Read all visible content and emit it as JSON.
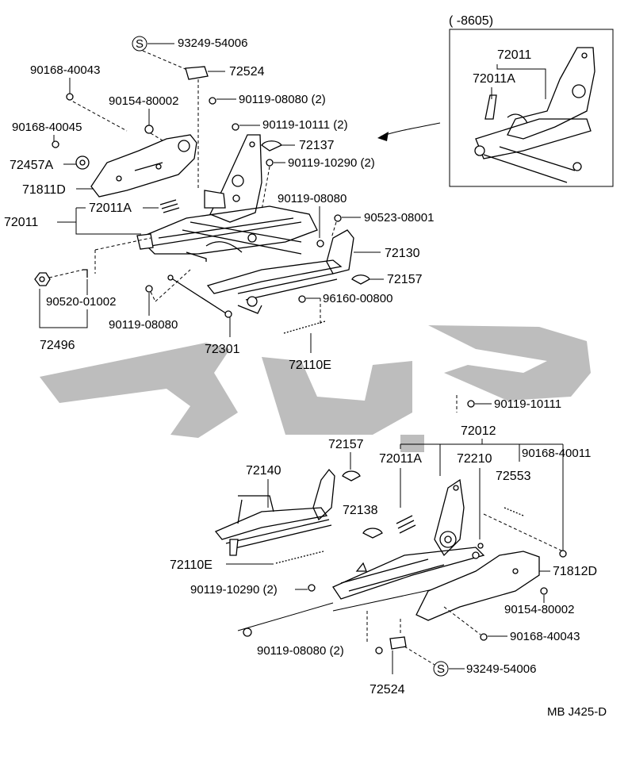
{
  "inset": {
    "date_range": "(      -8605)",
    "labels": [
      "72011",
      "72011A"
    ]
  },
  "upper_assembly": {
    "labels": {
      "s1": "93249-54006",
      "p72524": "72524",
      "b90168_40043": "90168-40043",
      "b90154_80002": "90154-80002",
      "b90119_08080_2": "90119-08080 (2)",
      "b90119_10111_2": "90119-10111 (2)",
      "b90168_40045": "90168-40045",
      "p72137": "72137",
      "p72457A": "72457A",
      "b90119_10290_2": "90119-10290 (2)",
      "p71811D": "71811D",
      "b90119_08080": "90119-08080",
      "p72011A": "72011A",
      "p72011": "72011",
      "b90523_08001": "90523-08001",
      "p72130": "72130",
      "p72157": "72157",
      "b90520_01002": "90520-01002",
      "b96160_00800": "96160-00800",
      "b90119_08080_b": "90119-08080",
      "p72496": "72496",
      "p72301": "72301",
      "p72110E": "72110E"
    }
  },
  "lower_assembly": {
    "labels": {
      "b90119_10111": "90119-10111",
      "p72012": "72012",
      "p72157": "72157",
      "p72011A": "72011A",
      "p72210": "72210",
      "b90168_40011": "90168-40011",
      "p72140": "72140",
      "p72553": "72553",
      "p72138": "72138",
      "p72110E": "72110E",
      "p71812D": "71812D",
      "b90119_10290_2": "90119-10290 (2)",
      "b90154_80002": "90154-80002",
      "b90168_40043": "90168-40043",
      "b90119_08080_2": "90119-08080 (2)",
      "s1": "93249-54006",
      "p72524": "72524"
    }
  },
  "footer": {
    "code": "MB J425-D"
  },
  "symbols": {
    "s_mark": "S"
  }
}
